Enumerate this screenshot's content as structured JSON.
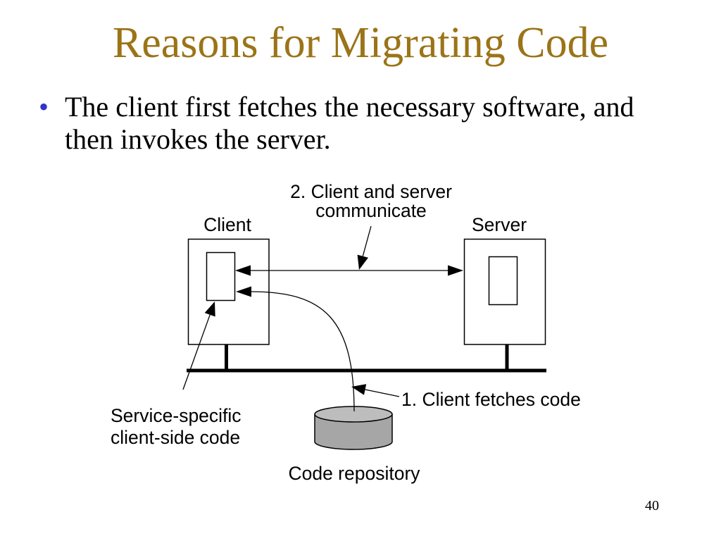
{
  "slide": {
    "title": "Reasons for Migrating Code",
    "bullet_glyph": "•",
    "bullet_text": "The client first fetches the necessary software, and then invokes the server.",
    "page_number": "40"
  },
  "diagram": {
    "client_label": "Client",
    "server_label": "Server",
    "communicate_label": [
      "2. Client and server",
      "communicate"
    ],
    "fetch_label": "1. Client fetches code",
    "client_code_label": [
      "Service-specific",
      "client-side code"
    ],
    "repository_label": "Code repository"
  },
  "colors": {
    "title": "#9B7418",
    "bullet": "#3333CC",
    "text": "#000000",
    "background": "#FFFFFF",
    "repository_body": "#A6A6A6",
    "repository_top": "#BDBDBD"
  }
}
